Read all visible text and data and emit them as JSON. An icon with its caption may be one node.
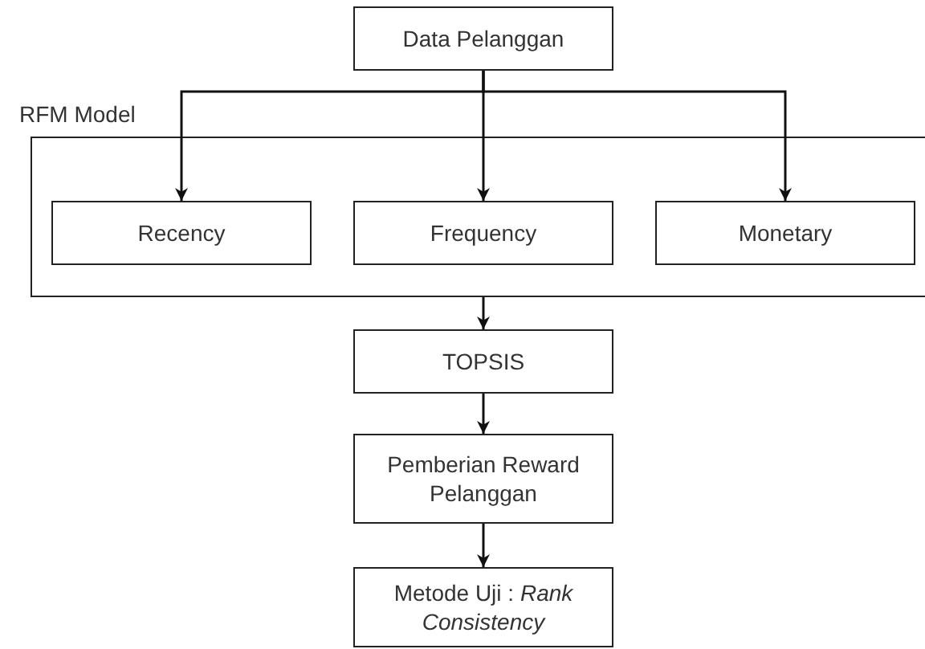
{
  "diagram": {
    "nodes": [
      {
        "text": [
          "Data Pelanggan"
        ]
      },
      {
        "text": [
          "RFM Model"
        ]
      },
      {
        "text": [
          "Recency"
        ],
        "in": 1
      },
      {
        "text": [
          "Frequency"
        ],
        "in": 1
      },
      {
        "text": [
          "Monetary"
        ],
        "in": 1
      },
      {
        "text": [
          "TOPSIS"
        ]
      },
      {
        "text": [
          "Pemberian Reward Pelanggan"
        ]
      },
      {
        "text": [
          "Metode Uji : *Rank Consistency*"
        ]
      }
    ],
    "edges": [
      {
        "from": 0,
        "to": 2,
        "arrow": "to"
      },
      {
        "from": 0,
        "to": 3,
        "arrow": "to"
      },
      {
        "from": 0,
        "to": 4,
        "arrow": "to"
      },
      {
        "from": 1,
        "to": 5,
        "arrow": "to"
      },
      {
        "from": 5,
        "to": 6,
        "arrow": "to"
      },
      {
        "from": 6,
        "to": 7,
        "arrow": "to"
      }
    ]
  }
}
